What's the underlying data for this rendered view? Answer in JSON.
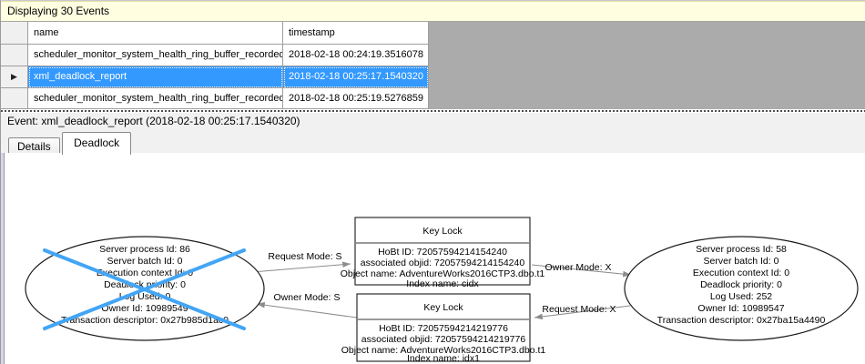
{
  "colors": {
    "selection": "#3399ff",
    "victim_cross": "#42a5f5",
    "info_bar_bg": "#fffee1",
    "filler_gray": "#ababab",
    "edge_gray": "#8c8c8c"
  },
  "info_bar": {
    "label": "Displaying 30 Events"
  },
  "events_table": {
    "columns": [
      "name",
      "timestamp"
    ],
    "rows": [
      {
        "name": "scheduler_monitor_system_health_ring_buffer_recorded",
        "timestamp": "2018-02-18 00:24:19.3516078"
      },
      {
        "name": "xml_deadlock_report",
        "timestamp": "2018-02-18 00:25:17.1540320"
      },
      {
        "name": "scheduler_monitor_system_health_ring_buffer_recorded",
        "timestamp": "2018-02-18 00:25:19.5276859"
      }
    ],
    "selected_row_index": 1
  },
  "icons": {
    "current_row_marker": "▶"
  },
  "event_bar": {
    "label": "Event: xml_deadlock_report (2018-02-18 00:25:17.1540320)"
  },
  "tabs": [
    {
      "label": "Details",
      "active": false
    },
    {
      "label": "Deadlock",
      "active": true
    }
  ],
  "deadlock_graph": {
    "processes": [
      {
        "role": "victim",
        "lines": [
          "Server process Id: 86",
          "Server batch Id: 0",
          "Execution context Id: 0",
          "Deadlock priority: 0",
          "Log Used: 0",
          "Owner Id: 10989549",
          "Transaction descriptor: 0x27b985d1ac0"
        ]
      },
      {
        "role": "survivor",
        "lines": [
          "Server process Id: 58",
          "Server batch Id: 0",
          "Execution context Id: 0",
          "Deadlock priority: 0",
          "Log Used: 252",
          "Owner Id: 10989547",
          "Transaction descriptor: 0x27ba15a4490"
        ]
      }
    ],
    "resources": [
      {
        "title": "Key Lock",
        "lines": [
          "HoBt ID: 72057594214154240",
          "associated objid: 72057594214154240",
          "Object name: AdventureWorks2016CTP3.dbo.t1",
          "Index name: cidx"
        ]
      },
      {
        "title": "Key Lock",
        "lines": [
          "HoBt ID: 72057594214219776",
          "associated objid: 72057594214219776",
          "Object name: AdventureWorks2016CTP3.dbo.t1",
          "Index name: idx1"
        ]
      }
    ],
    "edges": [
      {
        "label": "Request Mode: S"
      },
      {
        "label": "Owner Mode: S"
      },
      {
        "label": "Owner Mode: X"
      },
      {
        "label": "Request Mode: X"
      }
    ]
  }
}
